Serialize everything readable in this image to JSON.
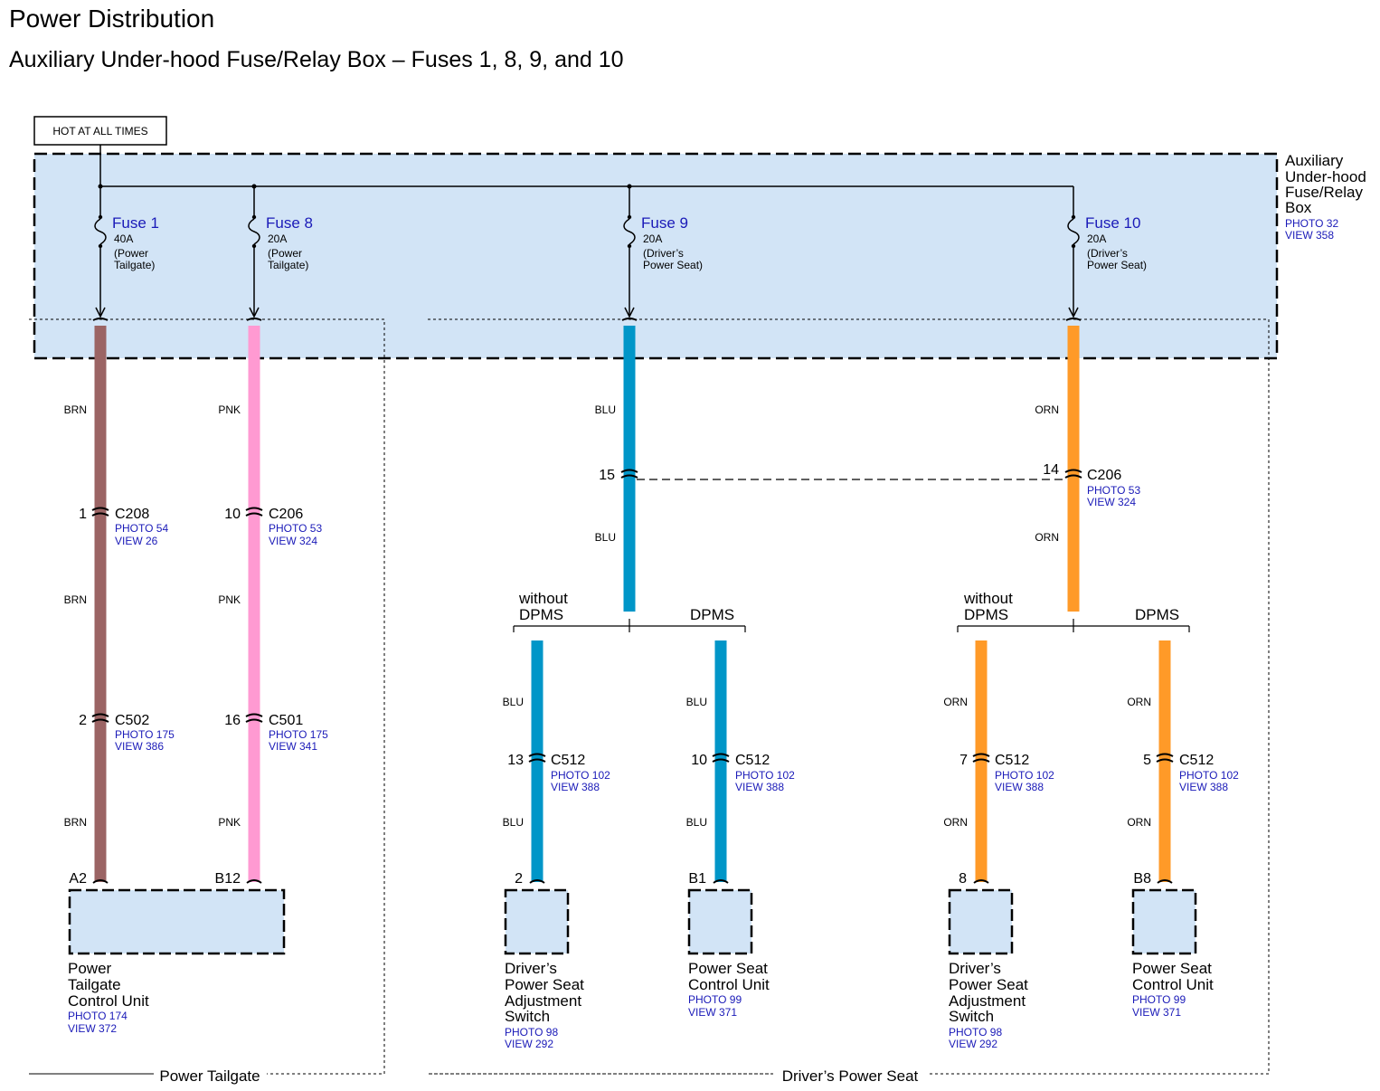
{
  "title": "Power Distribution",
  "subtitle": "Auxiliary Under-hood Fuse/Relay Box – Fuses 1, 8, 9, and 10",
  "hot_label": "HOT AT ALL TIMES",
  "box": {
    "name_lines": [
      "Auxiliary",
      "Under-hood",
      "Fuse/Relay",
      "Box"
    ],
    "photo": "PHOTO 32",
    "view": "VIEW 358"
  },
  "fuses": [
    {
      "name": "Fuse 1",
      "rating": "40A",
      "desc1": "(Power",
      "desc2": "Tailgate)"
    },
    {
      "name": "Fuse 8",
      "rating": "20A",
      "desc1": "(Power",
      "desc2": "Tailgate)"
    },
    {
      "name": "Fuse 9",
      "rating": "20A",
      "desc1": "(Driver’s",
      "desc2": "Power Seat)"
    },
    {
      "name": "Fuse 10",
      "rating": "20A",
      "desc1": "(Driver’s",
      "desc2": "Power Seat)"
    }
  ],
  "wire_colors": {
    "BRN": "#9b6464",
    "PNK": "#ff9ad2",
    "BLU": "#0096c8",
    "ORN": "#ff9a28"
  },
  "wire_labels": {
    "brn": "BRN",
    "pnk": "PNK",
    "blu": "BLU",
    "orn": "ORN"
  },
  "connectors": {
    "c208": {
      "pin": "1",
      "name": "C208",
      "photo": "PHOTO 54",
      "view": "VIEW 26"
    },
    "c206_pnk": {
      "pin": "10",
      "name": "C206",
      "photo": "PHOTO 53",
      "view": "VIEW 324"
    },
    "c502": {
      "pin": "2",
      "name": "C502",
      "photo": "PHOTO 175",
      "view": "VIEW 386"
    },
    "c501": {
      "pin": "16",
      "name": "C501",
      "photo": "PHOTO 175",
      "view": "VIEW 341"
    },
    "c206_blu_pin": "15",
    "c206_orn": {
      "pin": "14",
      "name": "C206",
      "photo": "PHOTO 53",
      "view": "VIEW 324"
    },
    "c512_1": {
      "pin": "13",
      "name": "C512",
      "photo": "PHOTO 102",
      "view": "VIEW 388"
    },
    "c512_2": {
      "pin": "10",
      "name": "C512",
      "photo": "PHOTO 102",
      "view": "VIEW 388"
    },
    "c512_3": {
      "pin": "7",
      "name": "C512",
      "photo": "PHOTO 102",
      "view": "VIEW 388"
    },
    "c512_4": {
      "pin": "5",
      "name": "C512",
      "photo": "PHOTO 102",
      "view": "VIEW 388"
    }
  },
  "options": {
    "without_1": "without",
    "without_2": "DPMS",
    "dpms": "DPMS"
  },
  "components": {
    "tailgate": {
      "pin_a": "A2",
      "pin_b": "B12",
      "name_lines": [
        "Power",
        "Tailgate",
        "Control Unit"
      ],
      "photo": "PHOTO 174",
      "view": "VIEW 372"
    },
    "switch_left": {
      "pin": "2",
      "name_lines": [
        "Driver’s",
        "Power Seat",
        "Adjustment",
        "Switch"
      ],
      "photo": "PHOTO 98",
      "view": "VIEW 292"
    },
    "psc_left": {
      "pin": "B1",
      "name_lines": [
        "Power Seat",
        "Control Unit"
      ],
      "photo": "PHOTO 99",
      "view": "VIEW 371"
    },
    "switch_right": {
      "pin": "8",
      "name_lines": [
        "Driver’s",
        "Power Seat",
        "Adjustment",
        "Switch"
      ],
      "photo": "PHOTO 98",
      "view": "VIEW 292"
    },
    "psc_right": {
      "pin": "B8",
      "name_lines": [
        "Power Seat",
        "Control Unit"
      ],
      "photo": "PHOTO 99",
      "view": "VIEW 371"
    }
  },
  "groups": {
    "left": "Power Tailgate",
    "right": "Driver’s Power Seat"
  }
}
